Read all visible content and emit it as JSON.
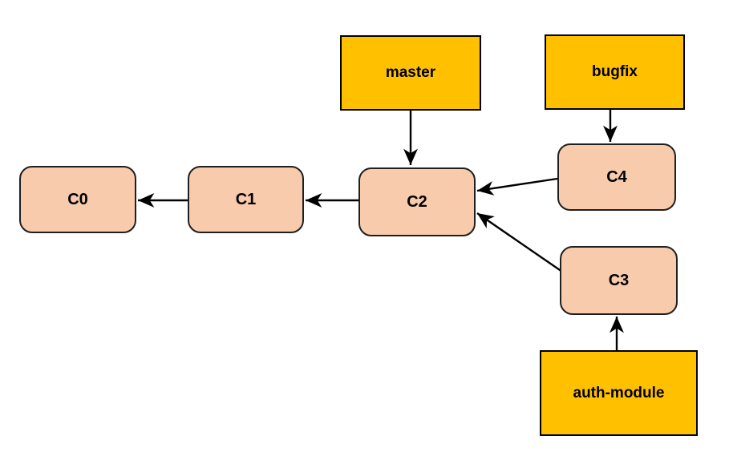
{
  "diagram": {
    "title": "git commit graph with branch pointers",
    "background": "#ffffff",
    "colors": {
      "branch_fill": "#FFC000",
      "commit_fill": "#F8CBAD",
      "edge_color": "#000000",
      "border_color": "#000000",
      "text_color": "#000000"
    },
    "nodes": {
      "master": {
        "label": "master",
        "kind": "branch-label"
      },
      "bugfix": {
        "label": "bugfix",
        "kind": "branch-label"
      },
      "auth_module": {
        "label": "auth-module",
        "kind": "branch-label"
      },
      "c0": {
        "label": "C0",
        "kind": "commit"
      },
      "c1": {
        "label": "C1",
        "kind": "commit"
      },
      "c2": {
        "label": "C2",
        "kind": "commit"
      },
      "c3": {
        "label": "C3",
        "kind": "commit"
      },
      "c4": {
        "label": "C4",
        "kind": "commit"
      }
    },
    "edges": [
      {
        "from": "master",
        "to": "C2",
        "meaning": "branch points at commit"
      },
      {
        "from": "bugfix",
        "to": "C4",
        "meaning": "branch points at commit"
      },
      {
        "from": "auth-module",
        "to": "C3",
        "meaning": "branch points at commit"
      },
      {
        "from": "C1",
        "to": "C0",
        "meaning": "parent commit"
      },
      {
        "from": "C2",
        "to": "C1",
        "meaning": "parent commit"
      },
      {
        "from": "C4",
        "to": "C2",
        "meaning": "parent commit"
      },
      {
        "from": "C3",
        "to": "C2",
        "meaning": "parent commit"
      }
    ]
  }
}
